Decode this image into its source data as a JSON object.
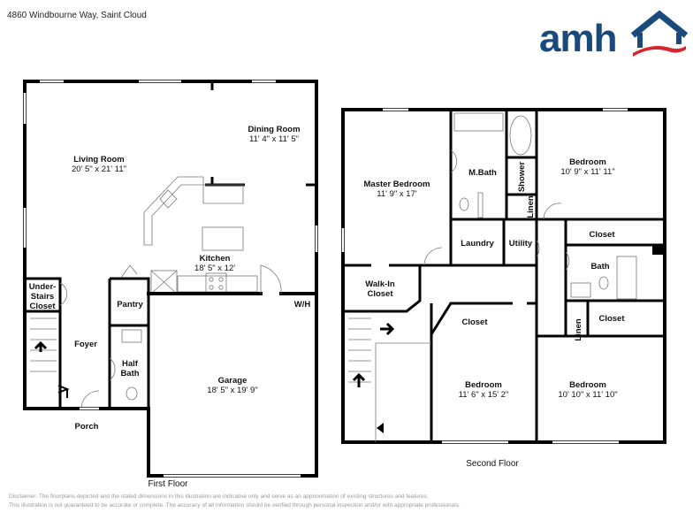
{
  "header": {
    "address": "4860 Windbourne Way, Saint Cloud"
  },
  "logo": {
    "text": "amh",
    "brand_blue": "#1a4a7c",
    "accent_red": "#d9262e"
  },
  "first_floor": {
    "label": "First Floor",
    "rooms": {
      "living": {
        "name": "Living Room",
        "dims": "20' 5\" x 21' 11\""
      },
      "dining": {
        "name": "Dining Room",
        "dims": "11' 4\" x 11' 5\""
      },
      "kitchen": {
        "name": "Kitchen",
        "dims": "18' 5\" x 12'"
      },
      "under_stairs_1": "Under-",
      "under_stairs_2": "Stairs",
      "under_stairs_3": "Closet",
      "pantry": "Pantry",
      "foyer": "Foyer",
      "half_bath_1": "Half",
      "half_bath_2": "Bath",
      "garage": {
        "name": "Garage",
        "dims": "18' 5\" x 19' 9\""
      },
      "wh": "W/H",
      "porch": "Porch"
    }
  },
  "second_floor": {
    "label": "Second Floor",
    "rooms": {
      "master": {
        "name": "Master Bedroom",
        "dims": "11' 9\" x 17'"
      },
      "mbath": "M.Bath",
      "shower": "Shower",
      "linen1": "Linen",
      "bedroom_ne": {
        "name": "Bedroom",
        "dims": "10' 9\" x 11' 11\""
      },
      "laundry": "Laundry",
      "utility": "Utility",
      "closet_ne": "Closet",
      "bath": "Bath",
      "walkin_1": "Walk-In",
      "walkin_2": "Closet",
      "closet_mid": "Closet",
      "linen2": "Linen",
      "closet_se": "Closet",
      "bedroom_mid": {
        "name": "Bedroom",
        "dims": "11' 6\" x 15' 2\""
      },
      "bedroom_se": {
        "name": "Bedroom",
        "dims": "10' 10\" x 11' 10\""
      }
    }
  },
  "disclaimer": {
    "line1": "Disclaimer: The floorplans depicted and the stated dimensions in this illustration are indicative only and serve as an approximation of existing structures and features.",
    "line2": "This illustration is not guaranteed to be accurate or complete. The accuracy of all information should be verified through personal inspection and/or with appropriate professionals."
  }
}
